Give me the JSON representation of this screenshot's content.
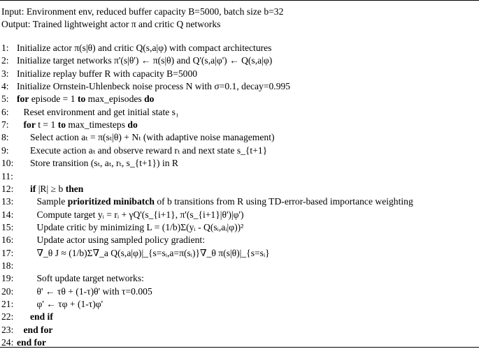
{
  "header": {
    "input": "Input: Environment env, reduced buffer capacity B=5000, batch size b=32",
    "output": "Output: Trained lightweight actor π and critic Q networks"
  },
  "lines": [
    {
      "num": "1:",
      "indent": 0,
      "segments": [
        {
          "t": "Initialize actor π(s|θ) and critic Q(s,a|φ) with compact architectures"
        }
      ]
    },
    {
      "num": "2:",
      "indent": 0,
      "segments": [
        {
          "t": "Initialize target networks π'(s|θ') ← π(s|θ) and Q'(s,a|φ') ← Q(s,a|φ)"
        }
      ]
    },
    {
      "num": "3:",
      "indent": 0,
      "segments": [
        {
          "t": "Initialize replay buffer R with capacity B=5000"
        }
      ]
    },
    {
      "num": "4:",
      "indent": 0,
      "segments": [
        {
          "t": "Initialize Ornstein-Uhlenbeck noise process N with σ=0.1, decay=0.995"
        }
      ]
    },
    {
      "num": "5:",
      "indent": 0,
      "segments": [
        {
          "t": "for",
          "b": true
        },
        {
          "t": " episode = 1 "
        },
        {
          "t": "to",
          "b": true
        },
        {
          "t": " max_episodes "
        },
        {
          "t": "do",
          "b": true
        }
      ]
    },
    {
      "num": "6:",
      "indent": 1,
      "segments": [
        {
          "t": "Reset environment and get initial state s₁"
        }
      ]
    },
    {
      "num": "7:",
      "indent": 1,
      "segments": [
        {
          "t": "for",
          "b": true
        },
        {
          "t": " t = 1 "
        },
        {
          "t": "to",
          "b": true
        },
        {
          "t": " max_timesteps "
        },
        {
          "t": "do",
          "b": true
        }
      ]
    },
    {
      "num": "8:",
      "indent": 2,
      "segments": [
        {
          "t": "Select action aₜ = π(sₜ|θ) + Nₜ (with adaptive noise management)"
        }
      ]
    },
    {
      "num": "9:",
      "indent": 2,
      "segments": [
        {
          "t": "Execute action aₜ and observe reward rₜ and next state s_{t+1}"
        }
      ]
    },
    {
      "num": "10:",
      "indent": 2,
      "segments": [
        {
          "t": "Store transition (sₜ, aₜ, rₜ, s_{t+1}) in R"
        }
      ]
    },
    {
      "num": "11:",
      "indent": 0,
      "segments": []
    },
    {
      "num": "12:",
      "indent": 2,
      "segments": [
        {
          "t": "if",
          "b": true
        },
        {
          "t": " |R| ≥ b "
        },
        {
          "t": "then",
          "b": true
        }
      ]
    },
    {
      "num": "13:",
      "indent": 3,
      "segments": [
        {
          "t": "Sample "
        },
        {
          "t": "prioritized minibatch",
          "b": true
        },
        {
          "t": " of b transitions from R using TD-error-based importance weighting"
        }
      ]
    },
    {
      "num": "14:",
      "indent": 3,
      "segments": [
        {
          "t": "Compute target yᵢ = rᵢ + γQ'(s_{i+1}, π'(s_{i+1}|θ')|φ')"
        }
      ]
    },
    {
      "num": "15:",
      "indent": 3,
      "segments": [
        {
          "t": "Update critic by minimizing L = (1/b)Σ(yᵢ - Q(sᵢ,aᵢ|φ))²"
        }
      ]
    },
    {
      "num": "16:",
      "indent": 3,
      "segments": [
        {
          "t": "Update actor using sampled policy gradient:"
        }
      ]
    },
    {
      "num": "17:",
      "indent": 3,
      "segments": [
        {
          "t": "∇_θ J ≈ (1/b)Σ∇_a Q(s,a|φ)|_{s=sᵢ,a=π(sᵢ)}∇_θ π(s|θ)|_{s=sᵢ}"
        }
      ]
    },
    {
      "num": "18:",
      "indent": 0,
      "segments": []
    },
    {
      "num": "19:",
      "indent": 3,
      "segments": [
        {
          "t": "Soft update target networks:"
        }
      ]
    },
    {
      "num": "20:",
      "indent": 3,
      "segments": [
        {
          "t": "θ' ← τθ + (1-τ)θ' with τ=0.005"
        }
      ]
    },
    {
      "num": "21:",
      "indent": 3,
      "segments": [
        {
          "t": "φ' ← τφ + (1-τ)φ'"
        }
      ]
    },
    {
      "num": "22:",
      "indent": 2,
      "segments": [
        {
          "t": "end if",
          "b": true
        }
      ]
    },
    {
      "num": "23:",
      "indent": 1,
      "segments": [
        {
          "t": "end for",
          "b": true
        }
      ]
    },
    {
      "num": "24:",
      "indent": 0,
      "segments": [
        {
          "t": "end for",
          "b": true
        }
      ]
    }
  ]
}
